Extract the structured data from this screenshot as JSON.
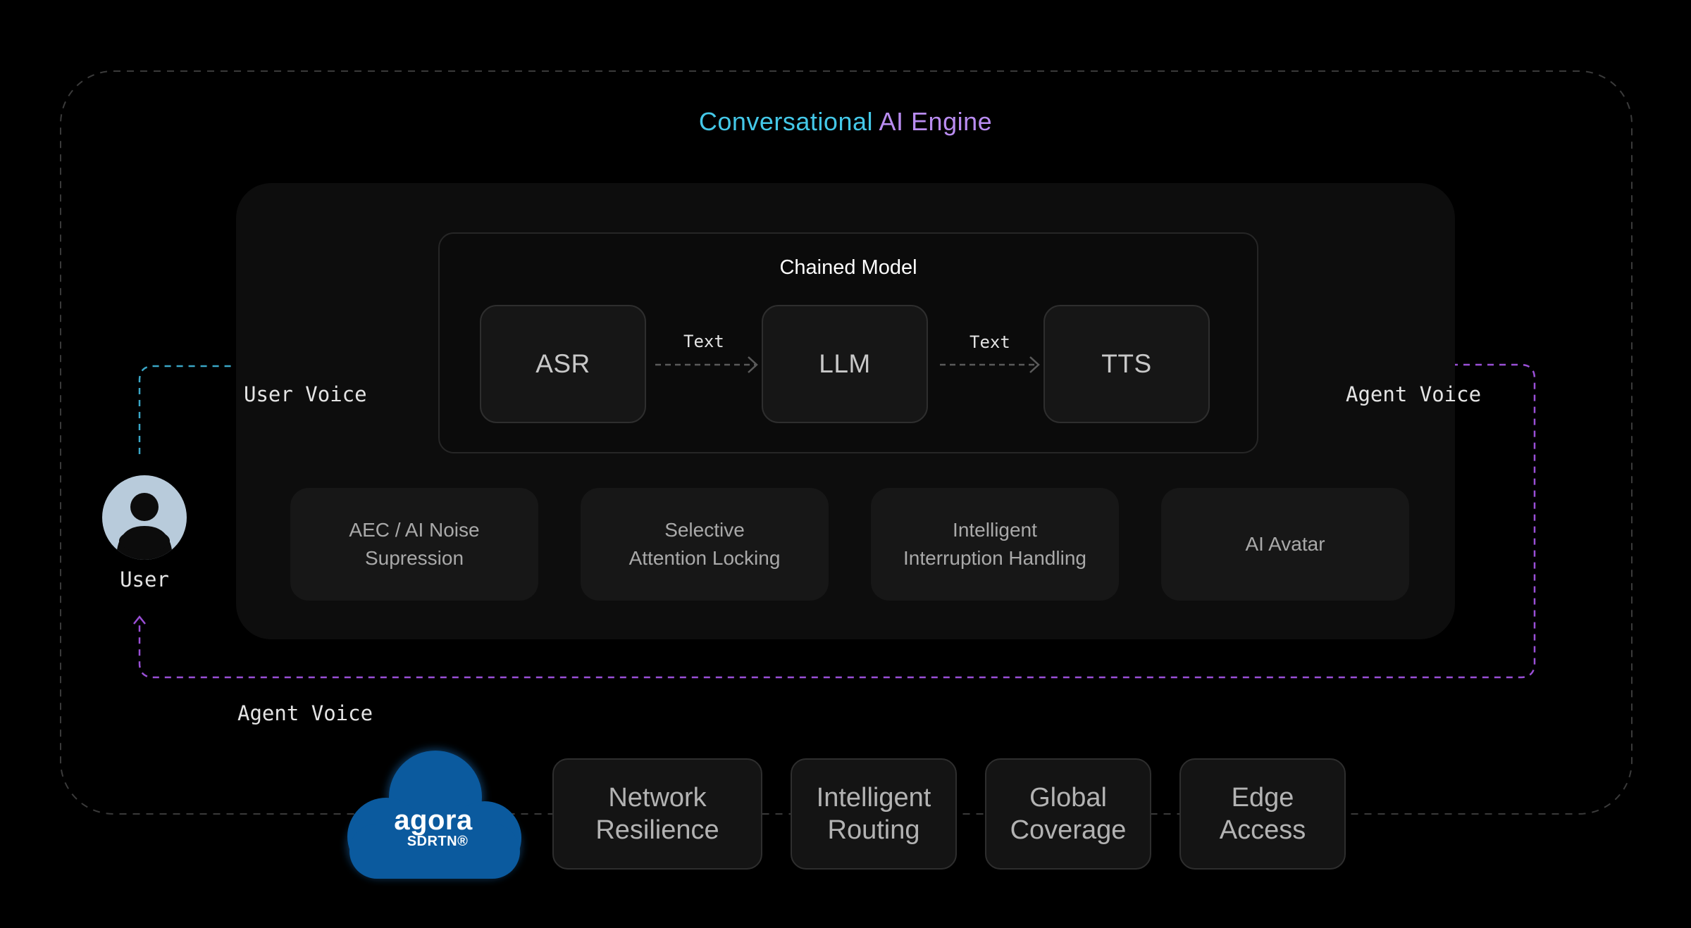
{
  "engine": {
    "title_part1": "Conversational",
    "title_part2": "AI Engine"
  },
  "chained_model": {
    "title": "Chained Model",
    "models": [
      "ASR",
      "LLM",
      "TTS"
    ],
    "connector_labels": [
      "Text",
      "Text"
    ]
  },
  "features": [
    "AEC / AI Noise\nSupression",
    "Selective\nAttention Locking",
    "Intelligent\nInterruption Handling",
    "AI Avatar"
  ],
  "flow_labels": {
    "user_voice": "User Voice",
    "agent_voice_right": "Agent Voice",
    "agent_voice_bottom": "Agent Voice"
  },
  "user": {
    "label": "User",
    "icon": "user-avatar-icon"
  },
  "network": {
    "brand": "agora",
    "brand_sub": "SDRTN®",
    "capabilities": [
      "Network\nResilience",
      "Intelligent\nRouting",
      "Global\nCoverage",
      "Edge\nAccess"
    ]
  },
  "colors": {
    "background": "#000000",
    "user_flow": "#3aa6c6",
    "agent_flow": "#9a4fd6",
    "brand_cloud": "#0b5a9e",
    "title_cyan": "#44c8e8",
    "title_purple": "#b98cf0"
  }
}
